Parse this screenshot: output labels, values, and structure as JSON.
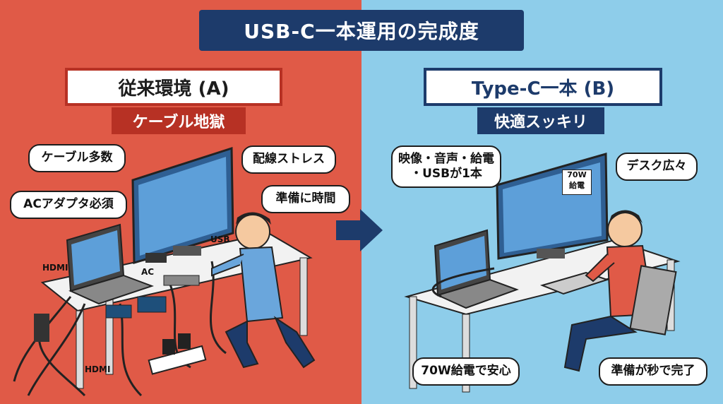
{
  "title": "USB-C一本運用の完成度",
  "left": {
    "banner": "従来環境 (A)",
    "sub": "ケーブル地獄",
    "bubbles": [
      "ケーブル多数",
      "ACアダプタ必須",
      "配線ストレス",
      "準備に時間"
    ],
    "labels": {
      "hdmi1": "HDMI",
      "hdmi2": "HDMI",
      "ac": "AC",
      "usb": "USB"
    }
  },
  "right": {
    "banner": "Type-C一本 (B)",
    "sub": "快適スッキリ",
    "bubbles": [
      "映像・音声・給電\n・USBが1本",
      "デスク広々",
      "70W給電で安心",
      "準備が秒で完了"
    ],
    "monitor_label": "70W\n給電"
  },
  "colors": {
    "left_bg": "#e05a47",
    "right_bg": "#8ecdea",
    "navy": "#1d3b6b",
    "red_dark": "#b73124"
  }
}
